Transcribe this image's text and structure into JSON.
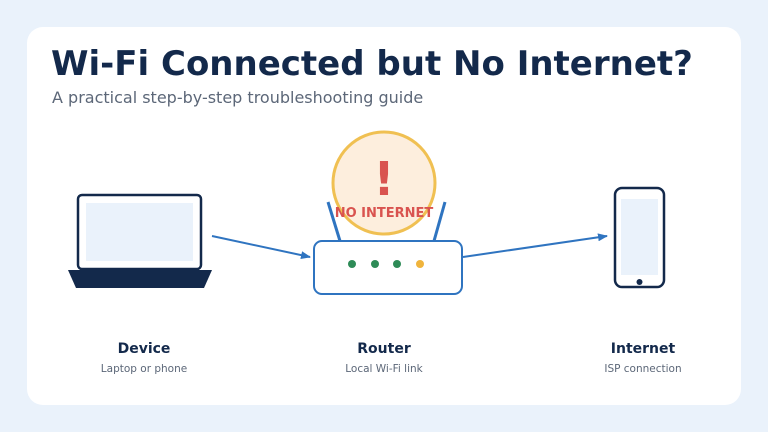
{
  "header": {
    "title": "Wi-Fi Connected but No Internet?",
    "subtitle": "A practical step-by-step troubleshooting guide"
  },
  "warning": {
    "symbol": "!",
    "label": "NO INTERNET"
  },
  "nodes": [
    {
      "title": "Device",
      "subtitle": "Laptop or phone"
    },
    {
      "title": "Router",
      "subtitle": "Local Wi-Fi link"
    },
    {
      "title": "Internet",
      "subtitle": "ISP connection"
    }
  ],
  "colors": {
    "background": "#eaf2fb",
    "card": "#ffffff",
    "navy": "#13294b",
    "blue": "#2f74c0",
    "warning_ring": "#f0c052",
    "warning_fill": "#fdeedd",
    "warning_text": "#d9534f",
    "led_green": "#2e8b57",
    "led_amber": "#f0b43c"
  },
  "icons": {
    "device": "laptop-icon",
    "router": "router-icon",
    "internet": "smartphone-icon",
    "warning": "warning-circle-icon"
  }
}
